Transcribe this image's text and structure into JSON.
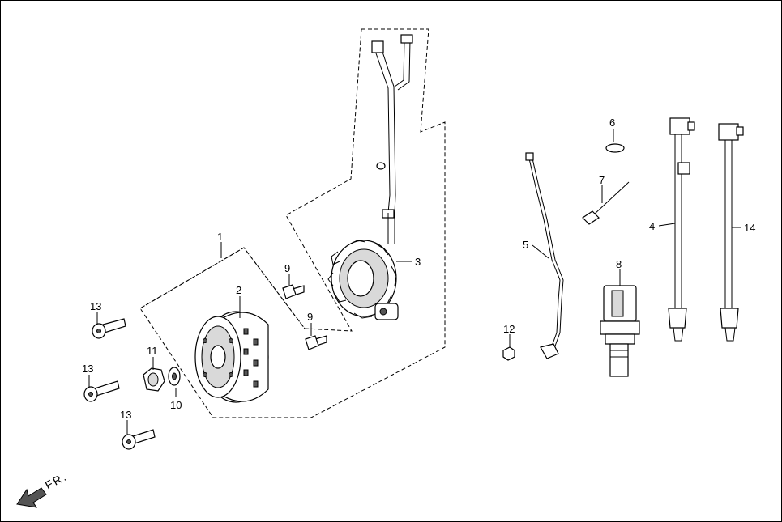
{
  "direction_label": "FR.",
  "callouts": [
    {
      "id": "c1",
      "text": "1"
    },
    {
      "id": "c2",
      "text": "2"
    },
    {
      "id": "c3",
      "text": "3"
    },
    {
      "id": "c4",
      "text": "4"
    },
    {
      "id": "c5",
      "text": "5"
    },
    {
      "id": "c6",
      "text": "6"
    },
    {
      "id": "c7",
      "text": "7"
    },
    {
      "id": "c8",
      "text": "8"
    },
    {
      "id": "c9a",
      "text": "9"
    },
    {
      "id": "c9b",
      "text": "9"
    },
    {
      "id": "c10",
      "text": "10"
    },
    {
      "id": "c11",
      "text": "11"
    },
    {
      "id": "c12",
      "text": "12"
    },
    {
      "id": "c13a",
      "text": "13"
    },
    {
      "id": "c13b",
      "text": "13"
    },
    {
      "id": "c13c",
      "text": "13"
    },
    {
      "id": "c14",
      "text": "14"
    }
  ]
}
